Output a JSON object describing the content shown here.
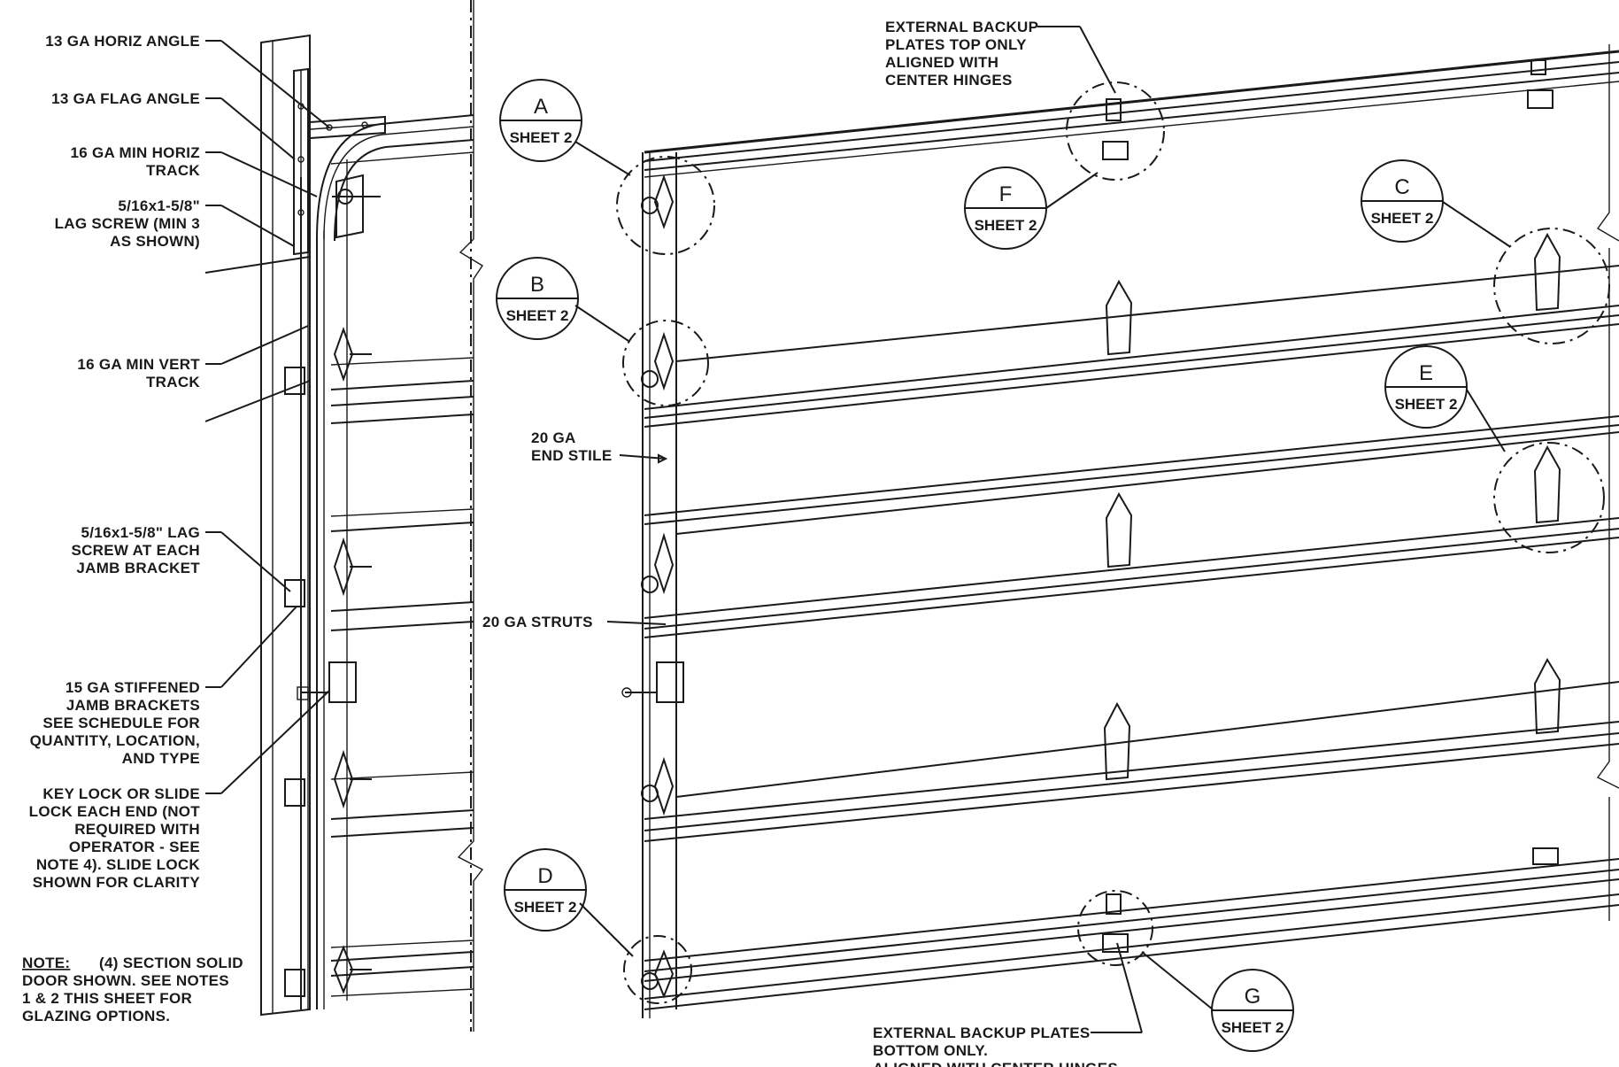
{
  "left_labels": {
    "horiz_angle": [
      "13 GA HORIZ ANGLE"
    ],
    "flag_angle": [
      "13 GA FLAG ANGLE"
    ],
    "horiz_track": [
      "16 GA MIN HORIZ",
      "TRACK"
    ],
    "lag_screw_top": [
      "5/16x1-5/8\"",
      "LAG SCREW (MIN 3",
      "AS SHOWN)"
    ],
    "vert_track": [
      "16 GA MIN VERT",
      "TRACK"
    ],
    "lag_screw_jamb": [
      "5/16x1-5/8\" LAG",
      "SCREW AT EACH",
      "JAMB BRACKET"
    ],
    "jamb_brackets": [
      "15 GA STIFFENED",
      "JAMB BRACKETS",
      "SEE SCHEDULE FOR",
      "QUANTITY, LOCATION,",
      "AND TYPE"
    ],
    "key_lock": [
      "KEY LOCK OR SLIDE",
      "LOCK EACH END (NOT",
      "REQUIRED WITH",
      "OPERATOR - SEE",
      "NOTE 4).  SLIDE LOCK",
      "SHOWN FOR CLARITY"
    ]
  },
  "note": {
    "label": "NOTE:",
    "line1": "(4) SECTION SOLID",
    "lines": [
      "DOOR SHOWN.  SEE NOTES",
      "1 & 2 THIS SHEET FOR",
      "GLAZING OPTIONS."
    ]
  },
  "center_labels": {
    "end_stile": [
      "20 GA",
      "END STILE"
    ],
    "struts": [
      "20 GA STRUTS"
    ]
  },
  "top_labels": {
    "backup_top": [
      "EXTERNAL BACKUP",
      "PLATES TOP ONLY",
      "ALIGNED WITH",
      "CENTER HINGES"
    ]
  },
  "bottom_labels": {
    "backup_bottom": [
      "EXTERNAL BACKUP PLATES",
      "BOTTOM ONLY.",
      "ALIGNED WITH CENTER HINGES"
    ]
  },
  "callouts": [
    {
      "letter": "A",
      "sheet": "SHEET 2"
    },
    {
      "letter": "B",
      "sheet": "SHEET 2"
    },
    {
      "letter": "C",
      "sheet": "SHEET 2"
    },
    {
      "letter": "D",
      "sheet": "SHEET 2"
    },
    {
      "letter": "E",
      "sheet": "SHEET 2"
    },
    {
      "letter": "F",
      "sheet": "SHEET 2"
    },
    {
      "letter": "G",
      "sheet": "SHEET 2"
    }
  ]
}
